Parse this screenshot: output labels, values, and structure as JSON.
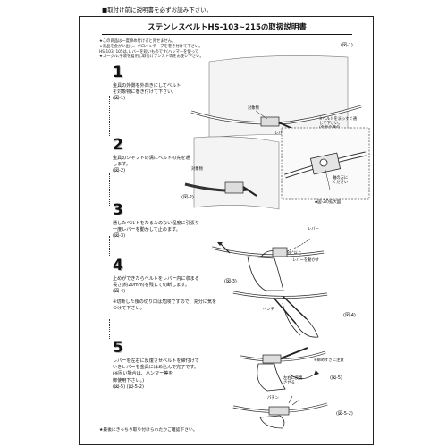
{
  "top_note": "■取付け前に説明書を必ずお読み下さい。",
  "title": "ステンレスベルトHS-103~215の取扱説明書",
  "notes": [
    "★この商品は一度締め付けると外せません。",
    "★商品を金がい出し、ボロバンデーブを巻き付けて下さい。",
    "HS-103, 105は,レバーを短いものです(ハンマーを使って",
    "★ゴーグル,手袋を着用し取付けアシスト等をお使い下さい。"
  ],
  "steps": [
    {
      "num": "1",
      "text": [
        "金具の外側を外向きにしてベルト",
        "を対象物に巻き付けて下さい。",
        "(図-1)"
      ]
    },
    {
      "num": "2",
      "text": [
        "金具のシャフトの溝にベルトの先を通",
        "します。",
        "(図-2)"
      ]
    },
    {
      "num": "3",
      "text": [
        "通したベルトをたるみのない程度に引張り",
        "一度レバーを動かして止めます。",
        "(図-3)"
      ]
    },
    {
      "num": "4",
      "text": [
        "止めができたらベルトをレバー内に収まる",
        "長さ(約20mm)を残して切断します。",
        "(図-4)",
        "",
        "※切断した後の切り口は危険ですので、充分に気を",
        "つけて下さい。"
      ]
    },
    {
      "num": "5",
      "text": [
        "レバーを左右に反復させベルトを締付けて",
        "いきレバーを金具にはめ込んで完了です。",
        "(※固い場合は、ハンマー等を",
        "御使用下さい。)",
        "(図-5) (図-5-2)"
      ]
    }
  ],
  "figures": {
    "fig1": "(図-1)",
    "fig1_object": "対象物",
    "fig1_lever": "レバー",
    "fig1_note": [
      "※ベルトをまっすぐ通",
      "して下さい。",
      "(金具の溝の",
      "角を確認)"
    ],
    "fig2": "(図-2)",
    "fig2_object": "対象物",
    "fig2_shaft": "軸の方に",
    "fig2_shaft2": "ください",
    "fig2_zoom": "◆図-2の拡大図",
    "fig3": "(図-3)",
    "fig3_lever": "レバー",
    "fig3_angle": "90°以上",
    "fig3_note": "レバーを動かす",
    "fig4": "(図-4)",
    "fig4_pliers": "ペンチ",
    "fig5": "(図-5)",
    "fig5_warning": "※締めすぎに注意",
    "fig5_lr": "左右に反復",
    "fig5_lr2": "させる",
    "fig5_2": "(図-5-2)",
    "fig5_snap": "パチン"
  },
  "bottom_note": "★最後にきっちり取り付けられたかご確認下さい。"
}
